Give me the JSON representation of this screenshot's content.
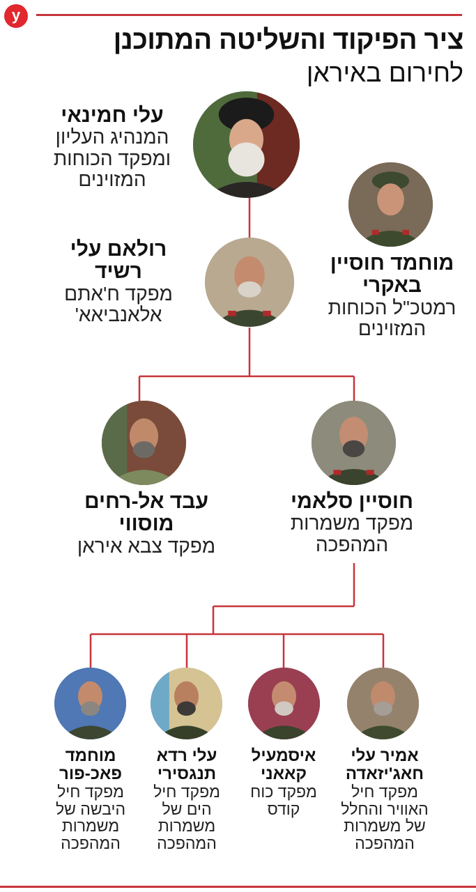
{
  "logo": "y",
  "title": {
    "line1": "ציר הפיקוד והשליטה המתוכנן",
    "line2": "לחירום  באיראן"
  },
  "people": {
    "khamenei": {
      "name": "עלי חמינאי",
      "role": "המנהיג העליון ומפקד הכוחות המזוינים"
    },
    "bagheri": {
      "name": "מוחמד חוסיין באקרי",
      "role": "רמטכ\"ל הכוחות המזוינים"
    },
    "rashid": {
      "name": "רולאם עלי רשיד",
      "role": "מפקד ח'אתם אלאנביאא'"
    },
    "mousavi": {
      "name": "עבד אל-רחים מוסווי",
      "role": "מפקד צבא איראן"
    },
    "salami": {
      "name": "חוסיין סלאמי",
      "role": "מפקד משמרות המהפכה"
    },
    "pakpour": {
      "name": "מוחמד פאכ-פור",
      "role": "מפקד חיל היבשה של משמרות המהפכה"
    },
    "tangsiri": {
      "name": "עלי רדא תנגסירי",
      "role": "מפקד חיל הים של משמרות המהפכה"
    },
    "qaani": {
      "name": "איסמעיל קאאני",
      "role": "מפקד כוח קודס"
    },
    "hajizadeh": {
      "name": "אמיר עלי חאג'יזאדה",
      "role": "מפקד חיל האוויר והחלל של משמרות המהפכה"
    }
  },
  "colors": {
    "accent": "#c7353b",
    "logo": "#e0282e"
  }
}
